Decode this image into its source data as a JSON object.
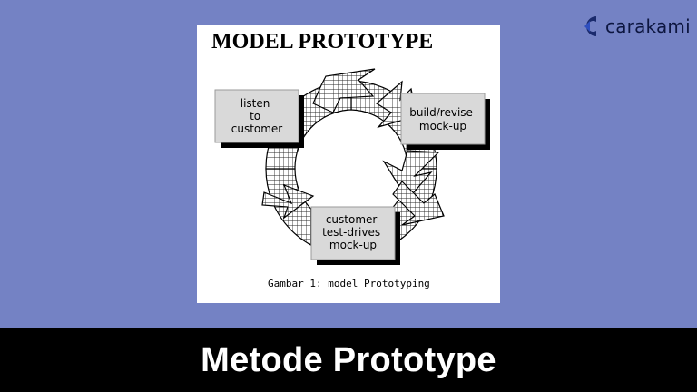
{
  "brand": {
    "name": "carakami",
    "logo_icon": "carakami-c-logo-icon"
  },
  "diagram": {
    "title": "MODEL PROTOTYPE",
    "steps": [
      {
        "lines": [
          "listen",
          "to",
          "customer"
        ]
      },
      {
        "lines": [
          "build/revise",
          "mock-up"
        ]
      },
      {
        "lines": [
          "customer",
          "test-drives",
          "mock-up"
        ]
      }
    ],
    "caption": "Gambar 1: model Prototyping"
  },
  "banner": {
    "title": "Metode Prototype"
  },
  "colors": {
    "background": "#7482c4",
    "banner": "#000000",
    "banner_text": "#ffffff",
    "box_fill": "#d9d9d9",
    "box_shadow": "#000000",
    "logo_text": "#0d1640",
    "logo_accent": "#f2c200"
  }
}
